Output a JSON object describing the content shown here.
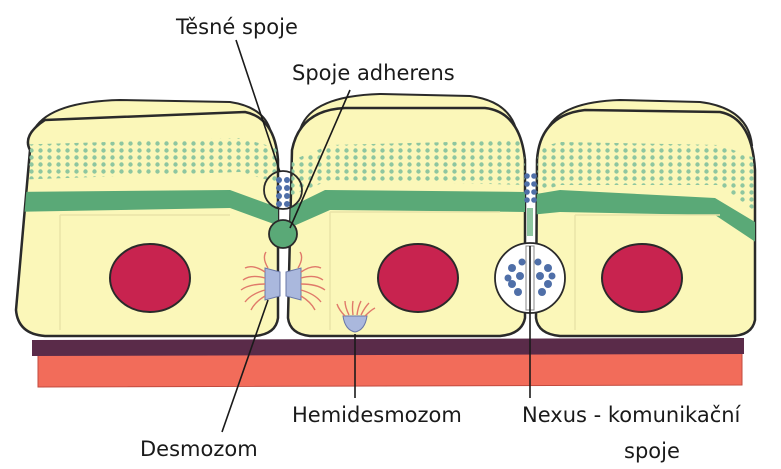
{
  "labels": {
    "tight_junction": "Těsné spoje",
    "adherens_junction": "Spoje adherens",
    "desmosome": "Desmozom",
    "hemidesmosome": "Hemidesmozom",
    "gap_junction_line1": "Nexus - komunikační",
    "gap_junction_line2": "spoje"
  },
  "colors": {
    "cytoplasm": "#fbf7b9",
    "cell_outline": "#2a2a2a",
    "nucleus": "#c8234f",
    "actin_band": "#5aa977",
    "microvilli_dots": "#8ec6a0",
    "basement_membrane_dark": "#5a2b49",
    "connective_tissue": "#f26c5a",
    "junction_protein": "#4f6fa8",
    "desmosome_filaments": "#e07a6a"
  }
}
